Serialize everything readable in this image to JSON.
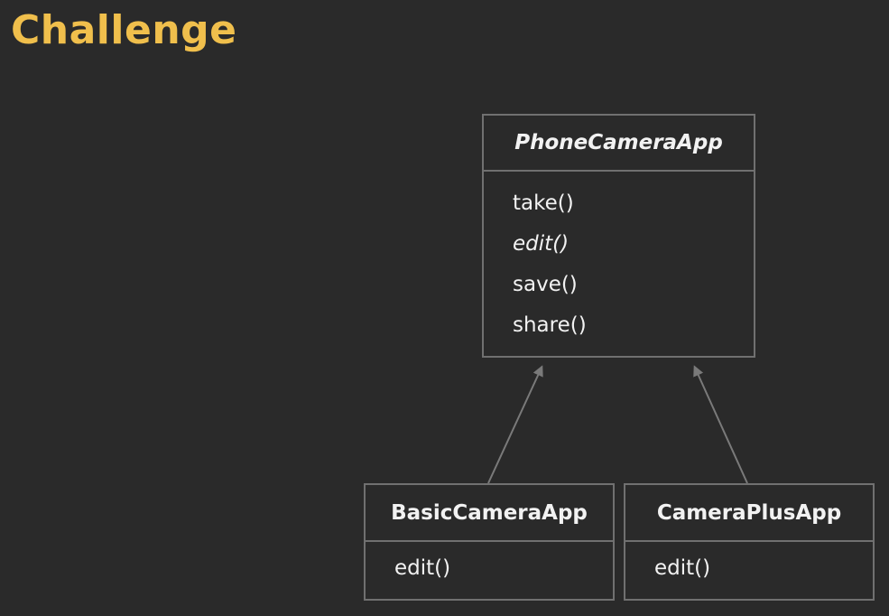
{
  "slide": {
    "title": "Challenge",
    "title_color": "#f0bf4c",
    "background": "#2a2a2a"
  },
  "diagram": {
    "line_color": "#707070",
    "classes": {
      "parent": {
        "name": "PhoneCameraApp",
        "abstract": true,
        "methods": [
          {
            "label": "take()",
            "abstract": false
          },
          {
            "label": "edit()",
            "abstract": true
          },
          {
            "label": "save()",
            "abstract": false
          },
          {
            "label": "share()",
            "abstract": false
          }
        ]
      },
      "basic": {
        "name": "BasicCameraApp",
        "methods": [
          {
            "label": "edit()",
            "abstract": false
          }
        ]
      },
      "plus": {
        "name": "CameraPlusApp",
        "methods": [
          {
            "label": "edit()",
            "abstract": false
          }
        ]
      }
    },
    "relations": [
      {
        "from": "BasicCameraApp",
        "to": "PhoneCameraApp",
        "type": "inheritance"
      },
      {
        "from": "CameraPlusApp",
        "to": "PhoneCameraApp",
        "type": "inheritance"
      }
    ]
  }
}
